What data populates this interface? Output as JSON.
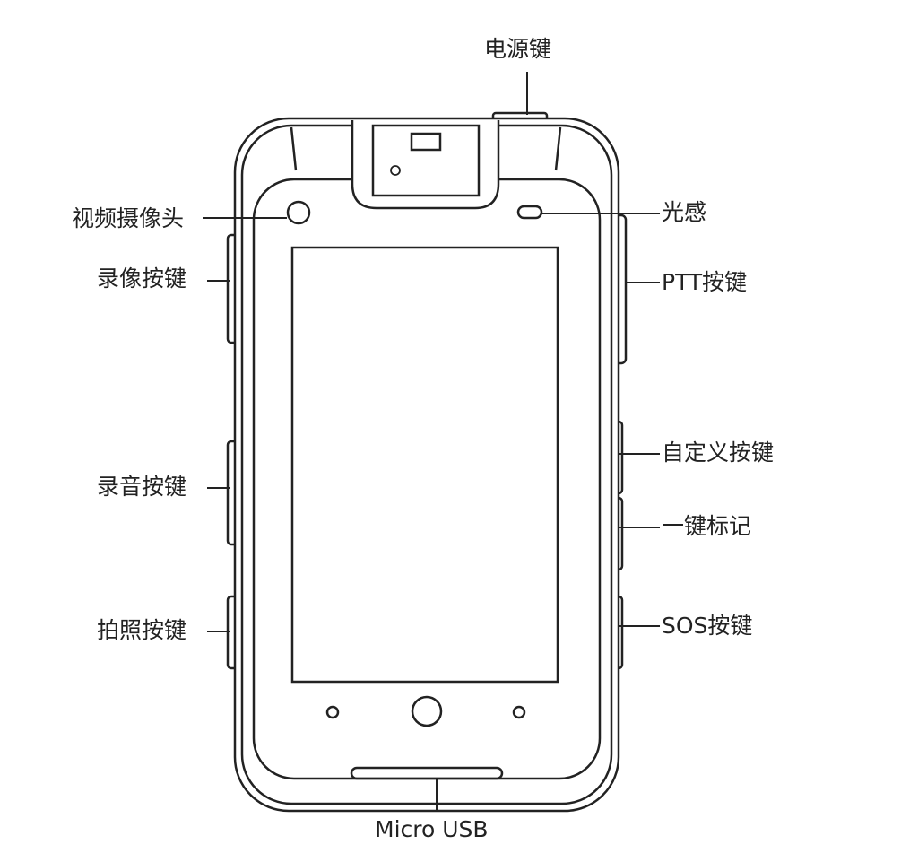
{
  "labels": {
    "power": "电源键",
    "video_camera": "视频摄像头",
    "light_sensor": "光感",
    "record_video": "录像按键",
    "ptt": "PTT按键",
    "custom": "自定义按键",
    "one_key_mark": "一键标记",
    "record_audio": "录音按键",
    "sos": "SOS按键",
    "photo": "拍照按键",
    "usb": "Micro USB"
  },
  "colors": {
    "line": "#222222",
    "background": "#ffffff"
  }
}
